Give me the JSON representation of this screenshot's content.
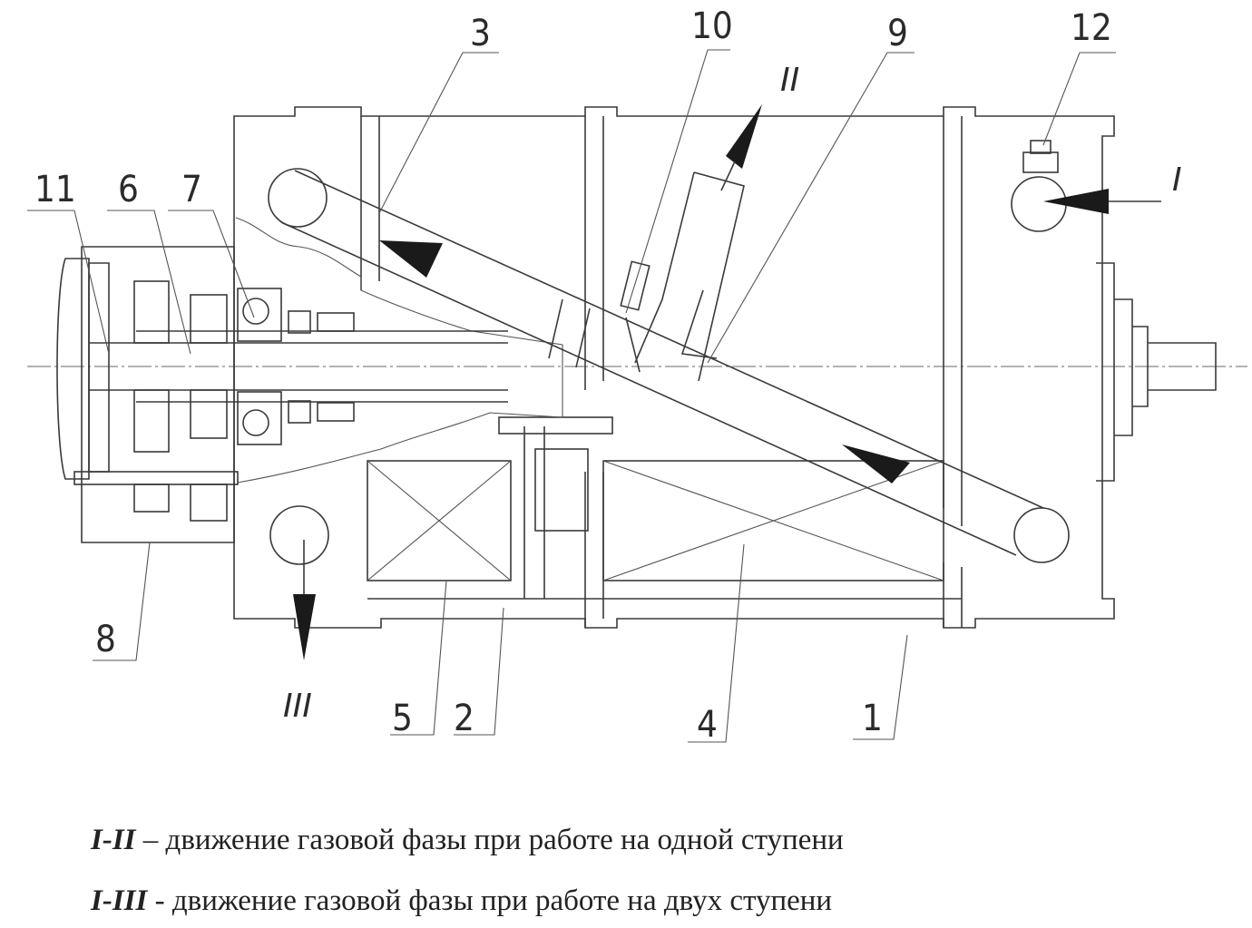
{
  "labels": {
    "p1": "1",
    "p2": "2",
    "p3": "3",
    "p4": "4",
    "p5": "5",
    "p6": "6",
    "p7": "7",
    "p8": "8",
    "p9": "9",
    "p10": "10",
    "p11": "11",
    "p12": "12"
  },
  "flow_marks": {
    "I": "I",
    "II": "II",
    "III": "III"
  },
  "captions": [
    {
      "key": "I-II",
      "text": " – движение газовой фазы при работе на одной ступени"
    },
    {
      "key": "I-III",
      "text": " - движение газовой фазы при работе на двух ступени"
    }
  ]
}
